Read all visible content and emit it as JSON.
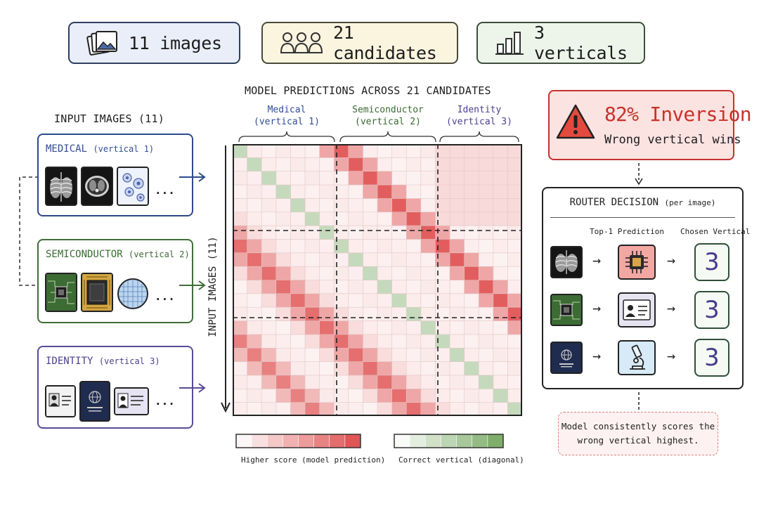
{
  "stats": {
    "images": "11 images",
    "candidates": "21 candidates",
    "verticals": "3 verticals"
  },
  "input_panel": {
    "title": "INPUT IMAGES (11)",
    "groups": [
      {
        "name": "MEDICAL",
        "sub": "(vertical 1)",
        "color": "#2f4e94"
      },
      {
        "name": "SEMICONDUCTOR",
        "sub": "(vertical 2)",
        "color": "#3a6a32"
      },
      {
        "name": "IDENTITY",
        "sub": "(vertical 3)",
        "color": "#4e3f8e"
      }
    ],
    "more": "..."
  },
  "heatmap": {
    "title": "MODEL PREDICTIONS ACROSS 21 CANDIDATES",
    "y_label": "INPUT IMAGES (11)",
    "column_groups": [
      {
        "line1": "Medical",
        "line2": "(vertical 1)",
        "color": "#2f4e94"
      },
      {
        "line1": "Semiconductor",
        "line2": "(vertical 2)",
        "color": "#3a6a32"
      },
      {
        "line1": "Identity",
        "line2": "(vertical 3)",
        "color": "#4e3f8e"
      }
    ],
    "legend_score": "Higher score (model prediction)",
    "legend_correct": "Correct vertical (diagonal)",
    "score_color": "#e05555",
    "correct_color": "#7fae6b"
  },
  "warning": {
    "headline": "82% Inversion",
    "subline": "Wrong vertical wins",
    "color": "#c8322c"
  },
  "router": {
    "title": "ROUTER DECISION",
    "title_sub": "(per image)",
    "col_prediction": "Top-1 Prediction",
    "col_vertical": "Chosen Vertical",
    "rows": [
      {
        "input": "xray-icon",
        "prediction": "chip-icon",
        "vertical": "3"
      },
      {
        "input": "circuit-board-icon",
        "prediction": "id-card-icon",
        "vertical": "3"
      },
      {
        "input": "passport-icon",
        "prediction": "microscope-icon",
        "vertical": "3"
      }
    ],
    "arrow": "→"
  },
  "note": {
    "line1": "Model consistently scores the",
    "line2": "wrong vertical highest."
  }
}
